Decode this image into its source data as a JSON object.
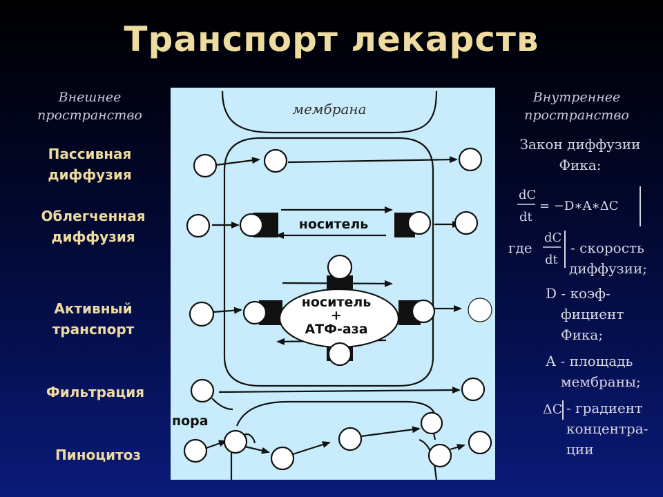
{
  "title": "Транспорт лекарств",
  "outer_space": {
    "line1": "Внешнее",
    "line2": "пространство"
  },
  "inner_space": {
    "line1": "Внутреннее",
    "line2": "пространство"
  },
  "mechanisms": {
    "passive": {
      "line1": "Пассивная",
      "line2": "диффузия"
    },
    "facilitated": {
      "line1": "Облегченная",
      "line2": "диффузия"
    },
    "active": {
      "line1": "Активный",
      "line2": "транспорт"
    },
    "filtration": "Фильтрация",
    "pinocytosis": "Пиноцитоз"
  },
  "diagram": {
    "membrane": "мембрана",
    "carrier": "носитель",
    "carrier_atp_1": "носитель",
    "carrier_atp_plus": "+",
    "carrier_atp_2": "АТФ-аза",
    "pore": "пора"
  },
  "fick": {
    "heading1": "Закон диффузии",
    "heading2": "Фика:",
    "formula_num": "dC",
    "formula_den": "dt",
    "formula_rhs": "= −D∗A∗ΔC",
    "where": "где",
    "def1_1": "- скорость",
    "def1_2": "диффузии;",
    "def2_1": "D - коэф-",
    "def2_2": "фициент",
    "def2_3": "Фика;",
    "def3_1": "А - площадь",
    "def3_2": "мембраны;",
    "delta_c": "ΔC",
    "def4_1": "- градиент",
    "def4_2": "концентра-",
    "def4_3": "ции"
  },
  "colors": {
    "title": "#eedba0",
    "panel": "#c8ecfb",
    "text_light": "#d8d8e4"
  }
}
